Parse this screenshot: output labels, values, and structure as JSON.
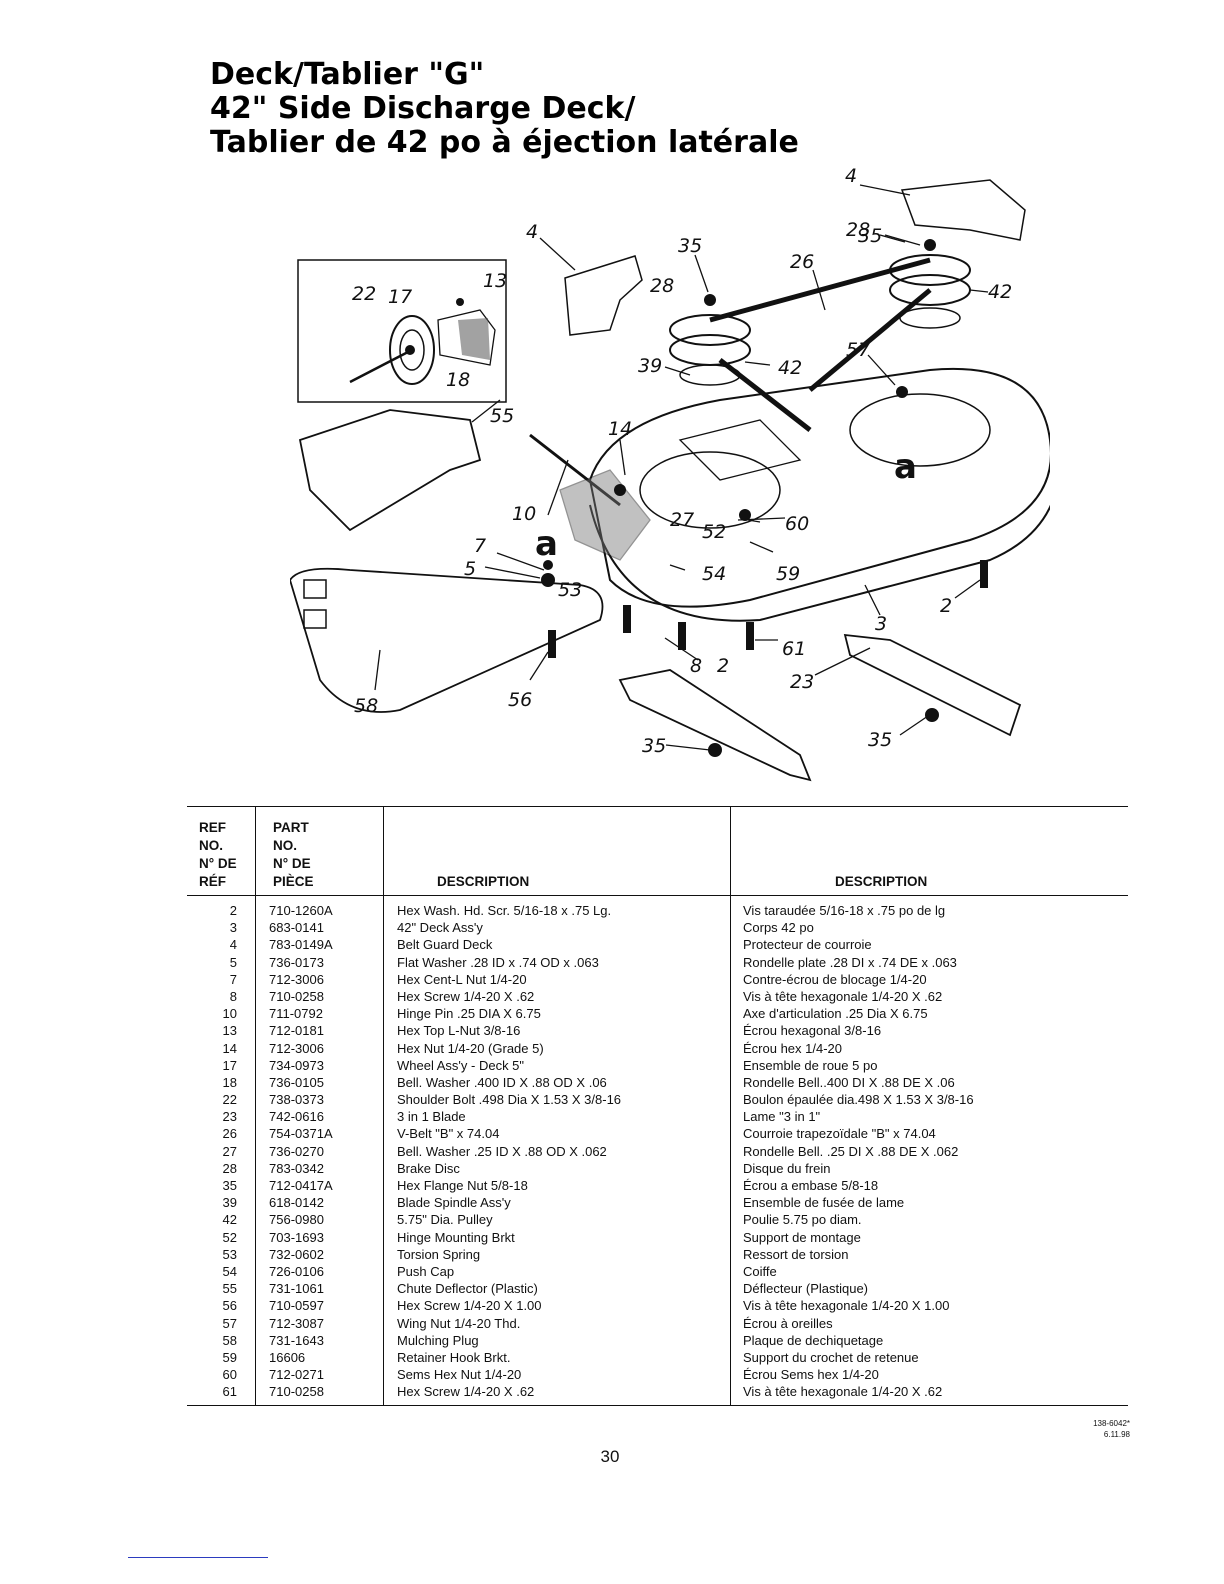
{
  "title_lines": [
    "Deck/Tablier \"G\"",
    "42\" Side Discharge Deck/",
    "Tablier de 42 po à éjection latérale"
  ],
  "callouts": [
    "4",
    "35",
    "26",
    "28",
    "42",
    "22",
    "17",
    "13",
    "18",
    "39",
    "57",
    "55",
    "14",
    "10",
    "27",
    "52",
    "60",
    "7",
    "a",
    "5",
    "53",
    "54",
    "59",
    "3",
    "2",
    "8",
    "61",
    "23",
    "58",
    "56"
  ],
  "table": {
    "headers": {
      "ref": [
        "REF",
        "NO.",
        "N° DE",
        "RÉF"
      ],
      "part": [
        "PART",
        "NO.",
        "N° DE",
        "PIÈCE"
      ],
      "desc_en": "DESCRIPTION",
      "desc_fr": "DESCRIPTION"
    },
    "rows": [
      {
        "ref": "2",
        "part": "710-1260A",
        "en": "Hex Wash. Hd. Scr. 5/16-18 x .75 Lg.",
        "fr": "Vis taraudée 5/16-18 x .75 po de lg"
      },
      {
        "ref": "3",
        "part": "683-0141",
        "en": "42\" Deck Ass'y",
        "fr": "Corps 42 po"
      },
      {
        "ref": "4",
        "part": "783-0149A",
        "en": "Belt Guard Deck",
        "fr": "Protecteur de courroie"
      },
      {
        "ref": "5",
        "part": "736-0173",
        "en": "Flat Washer .28 ID x .74 OD x .063",
        "fr": "Rondelle plate .28 DI x .74 DE x .063"
      },
      {
        "ref": "7",
        "part": "712-3006",
        "en": "Hex Cent-L Nut 1/4-20",
        "fr": "Contre-écrou de blocage 1/4-20"
      },
      {
        "ref": "8",
        "part": "710-0258",
        "en": "Hex Screw 1/4-20 X .62",
        "fr": "Vis à tête hexagonale 1/4-20 X .62"
      },
      {
        "ref": "10",
        "part": "711-0792",
        "en": "Hinge Pin .25 DIA X 6.75",
        "fr": "Axe d'articulation .25 Dia X 6.75"
      },
      {
        "ref": "13",
        "part": "712-0181",
        "en": "Hex Top L-Nut 3/8-16",
        "fr": "Écrou hexagonal 3/8-16"
      },
      {
        "ref": "14",
        "part": "712-3006",
        "en": "Hex Nut 1/4-20 (Grade 5)",
        "fr": "Écrou hex 1/4-20"
      },
      {
        "ref": "17",
        "part": "734-0973",
        "en": "Wheel Ass'y - Deck 5\"",
        "fr": "Ensemble de roue 5 po"
      },
      {
        "ref": "18",
        "part": "736-0105",
        "en": "Bell. Washer .400 ID X .88 OD X .06",
        "fr": "Rondelle Bell..400 DI X .88 DE X .06"
      },
      {
        "ref": "22",
        "part": "738-0373",
        "en": "Shoulder Bolt .498 Dia X 1.53 X 3/8-16",
        "fr": "Boulon épaulée dia.498 X 1.53 X 3/8-16"
      },
      {
        "ref": "23",
        "part": "742-0616",
        "en": "3 in 1 Blade",
        "fr": "Lame \"3 in 1\""
      },
      {
        "ref": "26",
        "part": "754-0371A",
        "en": "V-Belt \"B\" x 74.04",
        "fr": "Courroie trapezoïdale \"B\" x 74.04"
      },
      {
        "ref": "27",
        "part": "736-0270",
        "en": "Bell. Washer .25 ID X .88 OD X .062",
        "fr": "Rondelle Bell. .25 DI X .88 DE X .062"
      },
      {
        "ref": "28",
        "part": "783-0342",
        "en": "Brake Disc",
        "fr": "Disque du frein"
      },
      {
        "ref": "35",
        "part": "712-0417A",
        "en": "Hex Flange Nut 5/8-18",
        "fr": "Écrou a embase 5/8-18"
      },
      {
        "ref": "39",
        "part": "618-0142",
        "en": "Blade Spindle Ass'y",
        "fr": "Ensemble de fusée de lame"
      },
      {
        "ref": "42",
        "part": "756-0980",
        "en": "5.75\" Dia. Pulley",
        "fr": "Poulie 5.75 po diam."
      },
      {
        "ref": "52",
        "part": "703-1693",
        "en": "Hinge Mounting Brkt",
        "fr": "Support de montage"
      },
      {
        "ref": "53",
        "part": "732-0602",
        "en": "Torsion Spring",
        "fr": "Ressort de torsion"
      },
      {
        "ref": "54",
        "part": "726-0106",
        "en": "Push Cap",
        "fr": "Coiffe"
      },
      {
        "ref": "55",
        "part": "731-1061",
        "en": "Chute Deflector (Plastic)",
        "fr": "Déflecteur (Plastique)"
      },
      {
        "ref": "56",
        "part": "710-0597",
        "en": "Hex Screw 1/4-20 X 1.00",
        "fr": "Vis à tête hexagonale 1/4-20 X 1.00"
      },
      {
        "ref": "57",
        "part": "712-3087",
        "en": "Wing Nut 1/4-20 Thd.",
        "fr": "Écrou à oreilles"
      },
      {
        "ref": "58",
        "part": "731-1643",
        "en": "Mulching Plug",
        "fr": "Plaque de dechiquetage"
      },
      {
        "ref": "59",
        "part": "16606",
        "en": "Retainer Hook Brkt.",
        "fr": "Support du crochet de retenue"
      },
      {
        "ref": "60",
        "part": "712-0271",
        "en": "Sems Hex Nut 1/4-20",
        "fr": "Écrou Sems hex 1/4-20"
      },
      {
        "ref": "61",
        "part": "710-0258",
        "en": "Hex Screw 1/4-20 X .62",
        "fr": "Vis à tête hexagonale 1/4-20 X .62"
      }
    ]
  },
  "doc_code": [
    "138-6042*",
    "6.11.98"
  ],
  "page_number": "30"
}
